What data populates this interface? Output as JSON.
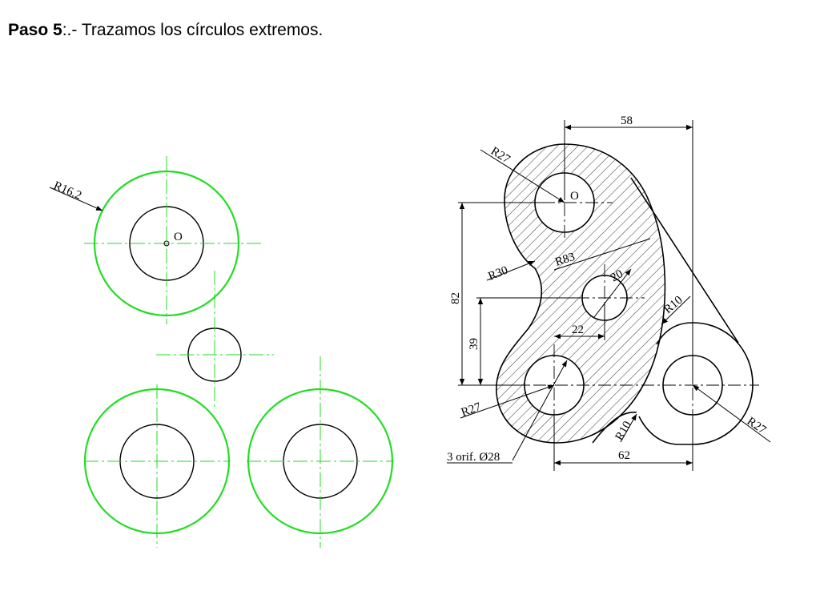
{
  "title": {
    "step": "Paso 5",
    "separator": ":.-",
    "text": "Trazamos los círculos extremos."
  },
  "colors": {
    "construction": "#22dd22",
    "line": "#000000"
  },
  "left_drawing": {
    "radius_label": "R16.2",
    "origin_label": "O"
  },
  "right_drawing": {
    "origin_label": "O",
    "dimensions": {
      "d58": "58",
      "r27_top": "R27",
      "r83": "R83",
      "r30": "R30",
      "d82": "82",
      "d20": "20",
      "r10_right": "R10",
      "d39": "39",
      "d22": "22",
      "r27_left": "R27",
      "r10_bottom": "R10",
      "r27_right": "R27",
      "holes": "3 orif. Ø28",
      "d62": "62"
    }
  }
}
